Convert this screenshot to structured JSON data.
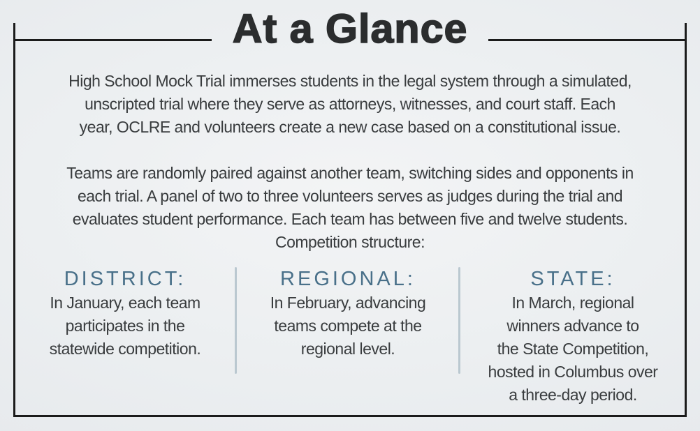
{
  "title": "At a Glance",
  "intro": {
    "paragraph1": "High School Mock Trial immerses students in the legal system through a simulated,\nunscripted trial where they serve as attorneys, witnesses, and court staff. Each\nyear, OCLRE and volunteers create a new case based on a constitutional issue.",
    "paragraph2": "Teams are randomly paired against another team, switching sides and opponents in\neach trial. A panel of two to three volunteers serves as judges during the trial and\nevaluates student performance. Each team has between five and twelve students.",
    "structure_label": "Competition structure:"
  },
  "columns": [
    {
      "heading": "DISTRICT:",
      "body": "In January, each team\nparticipates in the\nstatewide competition."
    },
    {
      "heading": "REGIONAL:",
      "body": "In February, advancing\nteams compete at the\nregional level."
    },
    {
      "heading": "STATE:",
      "body": "In March, regional\nwinners advance to\nthe State Competition,\nhosted in Columbus over\na three-day period."
    }
  ],
  "colors": {
    "heading_blue": "#497089",
    "divider": "#bac8d0",
    "frame_border": "#1b1b1b",
    "body_text": "#393c3e",
    "title_text": "#2b2d2e",
    "background": "#e8ebee"
  }
}
